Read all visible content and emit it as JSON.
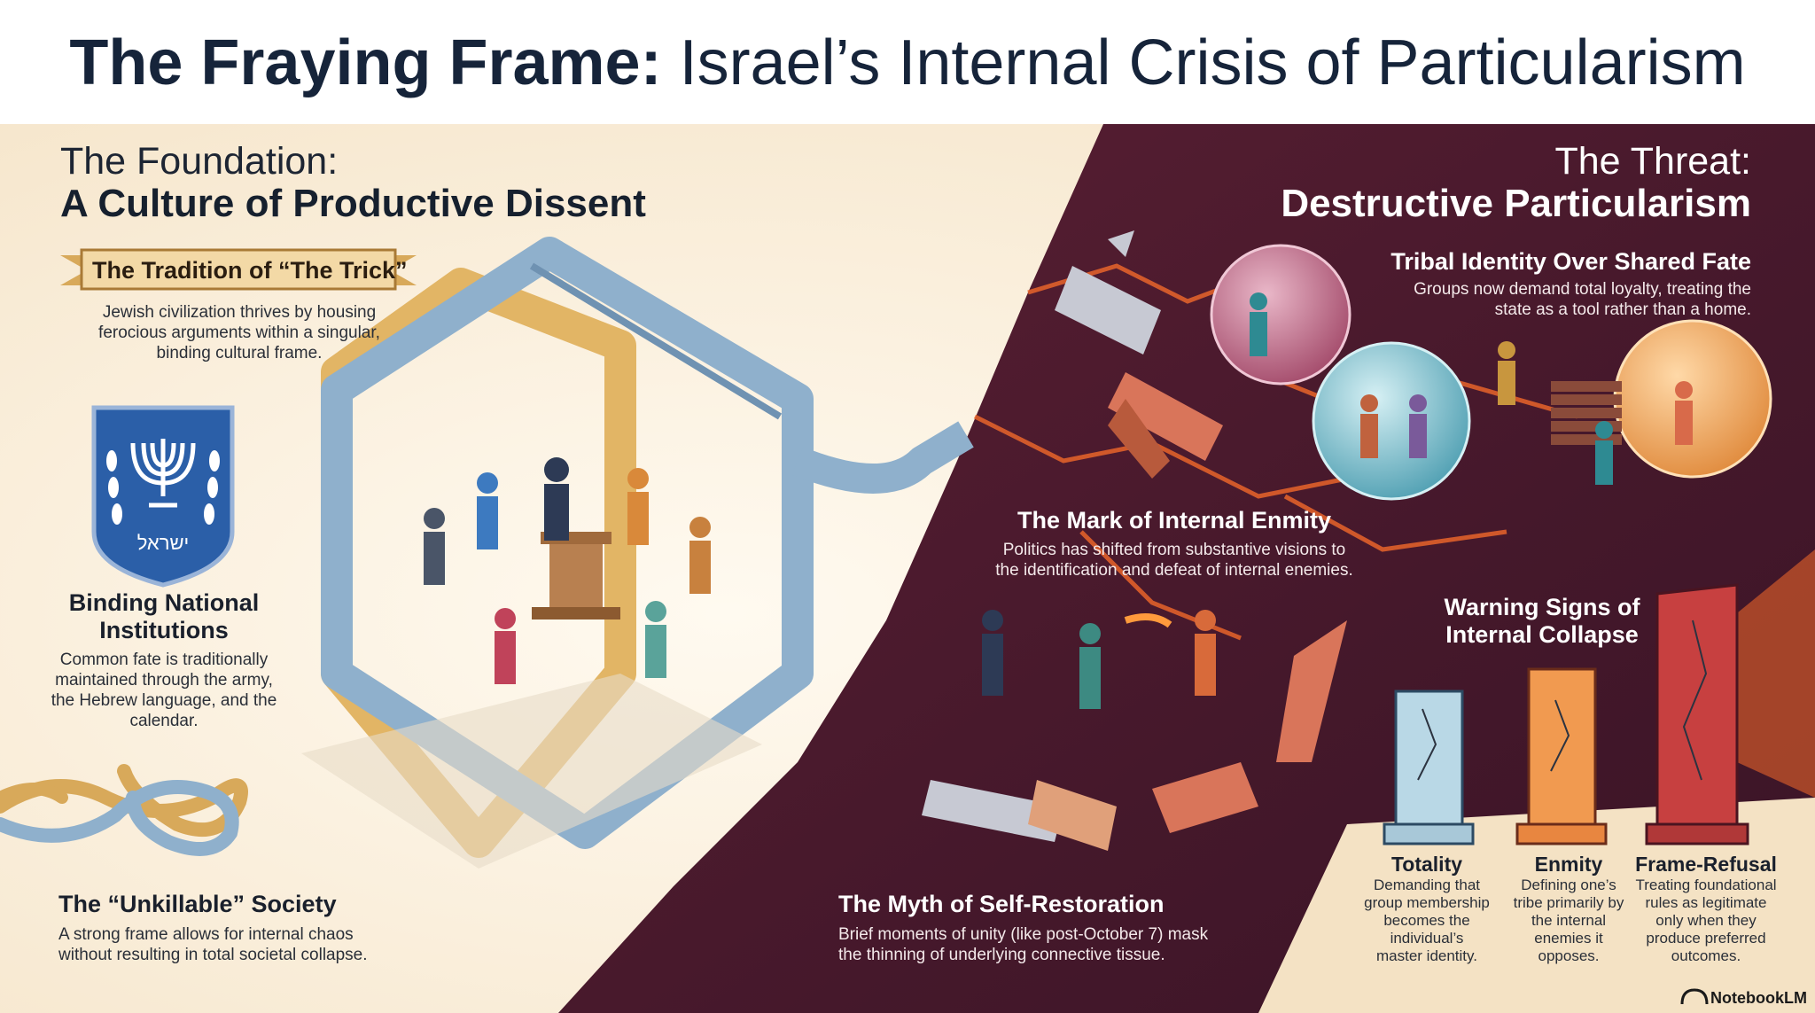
{
  "title": {
    "bold": "The Fraying Frame:",
    "rest": "Israel’s Internal Crisis of Particularism"
  },
  "left": {
    "heading_line1": "The Foundation:",
    "heading_line2": "A Culture of Productive Dissent",
    "banner": "The Tradition of “The Trick”",
    "trick_text": [
      "Jewish civilization thrives by housing",
      "ferocious arguments within a singular,",
      "binding cultural frame."
    ],
    "emblem_text": "ישראל",
    "institutions_title": [
      "Binding National",
      "Institutions"
    ],
    "institutions_text": [
      "Common fate is traditionally",
      "maintained through the army,",
      "the Hebrew language, and the",
      "calendar."
    ],
    "unkillable_title": "The “Unkillable” Society",
    "unkillable_text": [
      "A strong frame allows for internal chaos",
      "without resulting in total societal collapse."
    ]
  },
  "right": {
    "heading_line1": "The Threat:",
    "heading_line2": "Destructive Particularism",
    "tribal_title": "Tribal Identity Over Shared Fate",
    "tribal_text": [
      "Groups now demand total loyalty, treating the",
      "state as a tool rather than a home."
    ],
    "enmity_title": "The Mark of Internal Enmity",
    "enmity_text": [
      "Politics has shifted from substantive visions to",
      "the identification and defeat of internal enemies."
    ],
    "warning_title": [
      "Warning Signs of",
      "Internal Collapse"
    ],
    "myth_title": "The Myth of Self-Restoration",
    "myth_text": [
      "Brief moments of unity (like post-October 7) mask",
      "the thinning of underlying connective tissue."
    ],
    "pillars": [
      {
        "label": "Totality",
        "text": [
          "Demanding that",
          "group membership",
          "becomes the",
          "individual’s",
          "master identity."
        ]
      },
      {
        "label": "Enmity",
        "text": [
          "Defining one’s",
          "tribe primarily by",
          "the internal",
          "enemies it",
          "opposes."
        ]
      },
      {
        "label": "Frame-Refusal",
        "text": [
          "Treating foundational",
          "rules as legitimate",
          "only when they",
          "produce preferred",
          "outcomes."
        ]
      }
    ]
  },
  "watermark": "NotebookLM",
  "colors": {
    "title": "#16243a",
    "dark_bg": "#4a1a2e",
    "accent_orange": "#e8642a",
    "frame_blue": "#8fb0cc",
    "frame_gold": "#e2b565"
  }
}
